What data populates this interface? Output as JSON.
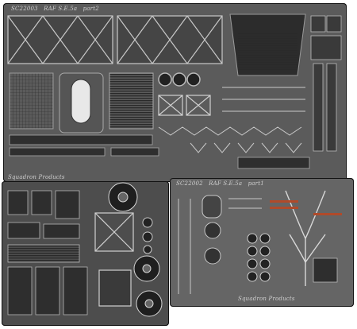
{
  "frets": {
    "top": {
      "code": "SC22003",
      "title": "RAF S.E.5a",
      "part": "part2",
      "maker": "Squadron Products"
    },
    "right": {
      "code": "SC22002",
      "title": "RAF S.E.5a",
      "part": "part1",
      "maker": "Squadron Products"
    }
  },
  "colors": {
    "background": "#ffffff",
    "metal_dark": "#3c3c3c",
    "metal_mid": "#6e6e6e",
    "metal_light": "#a8a8a8",
    "accent_part": "#b04a2a"
  }
}
